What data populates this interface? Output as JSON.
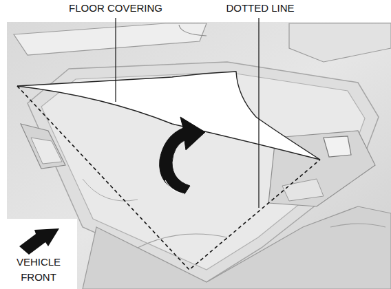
{
  "diagram": {
    "labels": [
      "FLOOR COVERING",
      "DOTTED LINE",
      "VEHICLE FRONT"
    ]
  }
}
